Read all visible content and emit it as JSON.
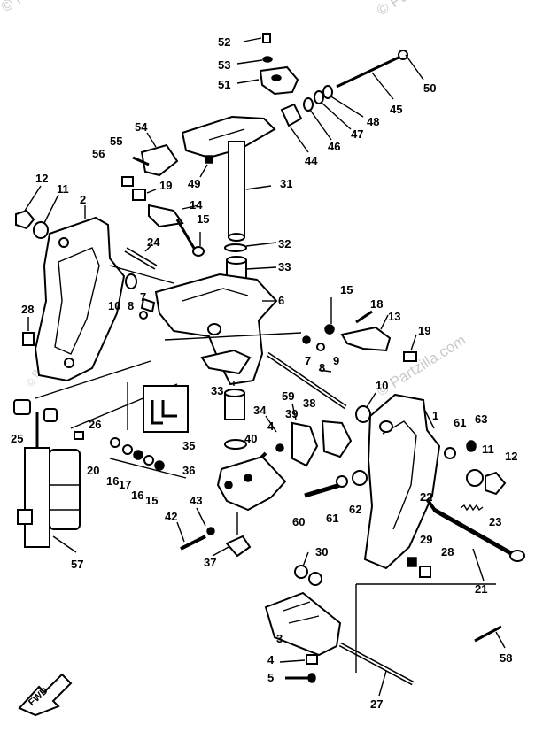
{
  "watermarks": {
    "top_left": "© Partzilla.com",
    "top_right": "© Partzilla.com",
    "left_side": "© Partzilla.com",
    "center_right": "© Partzilla.com"
  },
  "direction_label": "FWD",
  "callouts": [
    {
      "id": "52",
      "text": "52"
    },
    {
      "id": "53",
      "text": "53"
    },
    {
      "id": "51",
      "text": "51"
    },
    {
      "id": "50",
      "text": "50"
    },
    {
      "id": "45",
      "text": "45"
    },
    {
      "id": "48",
      "text": "48"
    },
    {
      "id": "47",
      "text": "47"
    },
    {
      "id": "46",
      "text": "46"
    },
    {
      "id": "44",
      "text": "44"
    },
    {
      "id": "54",
      "text": "54"
    },
    {
      "id": "55",
      "text": "55"
    },
    {
      "id": "56",
      "text": "56"
    },
    {
      "id": "49",
      "text": "49"
    },
    {
      "id": "31",
      "text": "31"
    },
    {
      "id": "19a",
      "text": "19"
    },
    {
      "id": "14",
      "text": "14"
    },
    {
      "id": "12a",
      "text": "12"
    },
    {
      "id": "11a",
      "text": "11"
    },
    {
      "id": "2",
      "text": "2"
    },
    {
      "id": "15a",
      "text": "15"
    },
    {
      "id": "24",
      "text": "24"
    },
    {
      "id": "32",
      "text": "32"
    },
    {
      "id": "33a",
      "text": "33"
    },
    {
      "id": "15b",
      "text": "15"
    },
    {
      "id": "18",
      "text": "18"
    },
    {
      "id": "13",
      "text": "13"
    },
    {
      "id": "28a",
      "text": "28"
    },
    {
      "id": "10a",
      "text": "10"
    },
    {
      "id": "8a",
      "text": "8"
    },
    {
      "id": "7a",
      "text": "7"
    },
    {
      "id": "6",
      "text": "6"
    },
    {
      "id": "19b",
      "text": "19"
    },
    {
      "id": "7b",
      "text": "7"
    },
    {
      "id": "8b",
      "text": "8"
    },
    {
      "id": "9",
      "text": "9"
    },
    {
      "id": "33b",
      "text": "33"
    },
    {
      "id": "10b",
      "text": "10"
    },
    {
      "id": "59",
      "text": "59"
    },
    {
      "id": "38",
      "text": "38"
    },
    {
      "id": "34",
      "text": "34"
    },
    {
      "id": "4a",
      "text": "4"
    },
    {
      "id": "39",
      "text": "39"
    },
    {
      "id": "25",
      "text": "25"
    },
    {
      "id": "26",
      "text": "26"
    },
    {
      "id": "40",
      "text": "40"
    },
    {
      "id": "1",
      "text": "1"
    },
    {
      "id": "61a",
      "text": "61"
    },
    {
      "id": "63",
      "text": "63"
    },
    {
      "id": "35",
      "text": "35"
    },
    {
      "id": "11b",
      "text": "11"
    },
    {
      "id": "12b",
      "text": "12"
    },
    {
      "id": "20",
      "text": "20"
    },
    {
      "id": "16a",
      "text": "16"
    },
    {
      "id": "17",
      "text": "17"
    },
    {
      "id": "16b",
      "text": "16"
    },
    {
      "id": "15c",
      "text": "15"
    },
    {
      "id": "36",
      "text": "36"
    },
    {
      "id": "62",
      "text": "62"
    },
    {
      "id": "22",
      "text": "22"
    },
    {
      "id": "61b",
      "text": "61"
    },
    {
      "id": "60",
      "text": "60"
    },
    {
      "id": "23",
      "text": "23"
    },
    {
      "id": "42",
      "text": "42"
    },
    {
      "id": "43",
      "text": "43"
    },
    {
      "id": "29",
      "text": "29"
    },
    {
      "id": "28b",
      "text": "28"
    },
    {
      "id": "57",
      "text": "57"
    },
    {
      "id": "37",
      "text": "37"
    },
    {
      "id": "21",
      "text": "21"
    },
    {
      "id": "30",
      "text": "30"
    },
    {
      "id": "3",
      "text": "3"
    },
    {
      "id": "58",
      "text": "58"
    },
    {
      "id": "4b",
      "text": "4"
    },
    {
      "id": "5",
      "text": "5"
    },
    {
      "id": "27",
      "text": "27"
    }
  ]
}
